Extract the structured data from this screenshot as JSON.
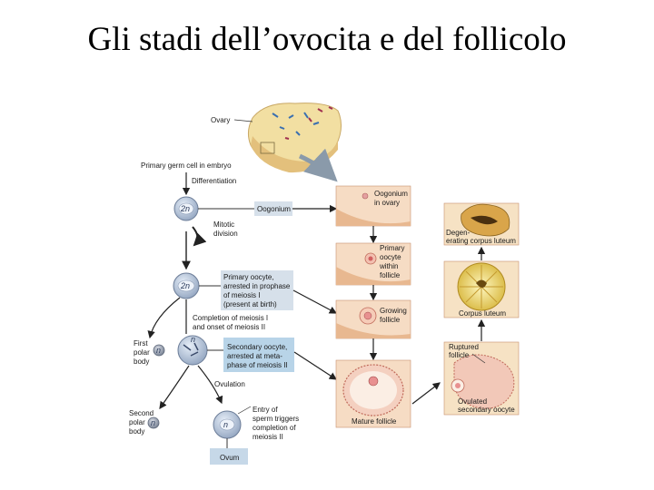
{
  "title": "Gli stadi dell’ovocita e del follicolo",
  "diagram": {
    "labels": {
      "ovary": "Ovary",
      "primary_germ_cell": "Primary germ cell in embryo",
      "differentiation": "Differentiation",
      "oogonium": "Oogonium",
      "mitotic_division": [
        "Mitotic",
        "division"
      ],
      "primary_oocyte": [
        "Primary oocyte,",
        "arrested in prophase",
        "of meiosis I",
        "(present at birth)"
      ],
      "completion_meiosis_i": [
        "Completion of meiosis I",
        "and onset of meiosis II"
      ],
      "first_polar_body": [
        "First",
        "polar",
        "body"
      ],
      "secondary_oocyte": [
        "Secondary oocyte,",
        "arrested at meta-",
        "phase of meiosis II"
      ],
      "ovulation": "Ovulation",
      "second_polar_body": [
        "Second",
        "polar",
        "body"
      ],
      "entry_of_sperm": [
        "Entry of",
        "sperm triggers",
        "completion of",
        "meiosis II"
      ],
      "ovum": "Ovum",
      "oogonium_in_ovary": [
        "Oogonium",
        "in ovary"
      ],
      "primary_oocyte_within_follicle": [
        "Primary",
        "oocyte",
        "within",
        "follicle"
      ],
      "growing_follicle": [
        "Growing",
        "follicle"
      ],
      "mature_follicle": "Mature follicle",
      "degenerating_corpus_luteum": [
        "Degen-",
        "erating corpus luteum"
      ],
      "corpus_luteum": "Corpus luteum",
      "ruptured_follicle": [
        "Ruptured",
        "follicle"
      ],
      "ovulated_secondary_oocyte": [
        "Ovulated",
        "secondary oocyte"
      ]
    },
    "cells": {
      "oogonium_ploidy": "2n",
      "primary_oocyte_ploidy": "2n",
      "polar_body": "n",
      "secondary_oocyte": "n",
      "ovum": "n"
    }
  }
}
